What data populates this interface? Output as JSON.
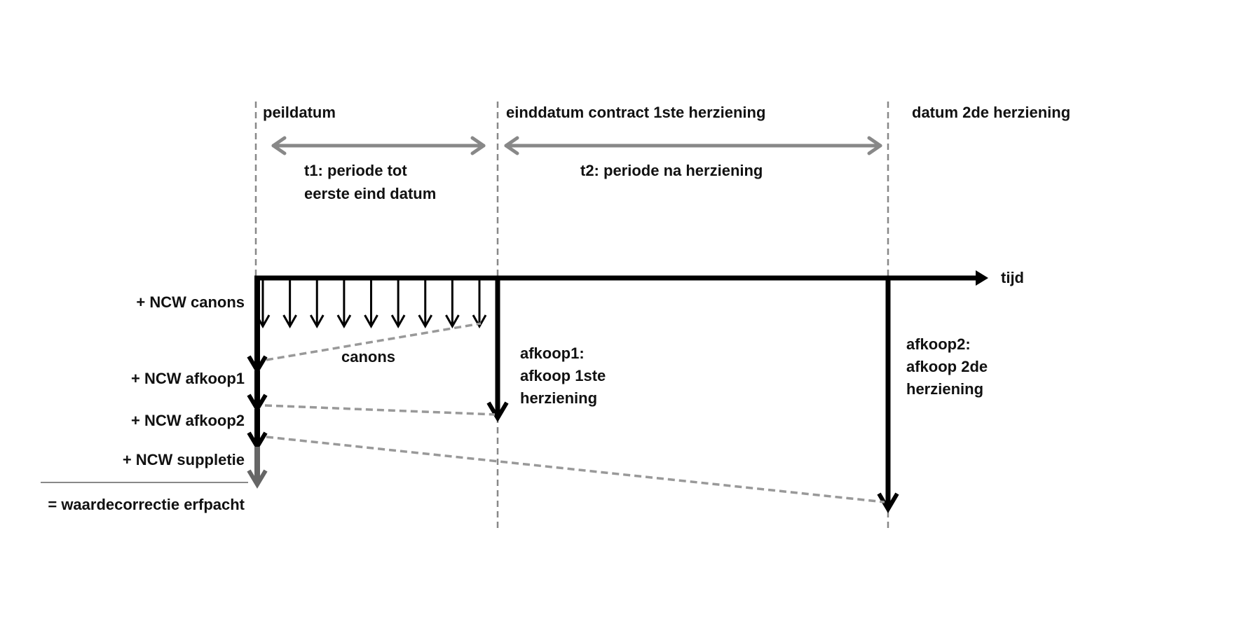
{
  "diagram": {
    "markers": {
      "peildatum": "peildatum",
      "einddatum": "einddatum contract 1ste herziening",
      "datum2": "datum 2de herziening"
    },
    "periods": {
      "t1_line1": "t1: periode tot",
      "t1_line2": "eerste eind datum",
      "t2": "t2: periode na herziening"
    },
    "axis_label": "tijd",
    "canons_label": "canons",
    "afkoop1": [
      "afkoop1:",
      "afkoop 1ste",
      "herziening"
    ],
    "afkoop2": [
      "afkoop2:",
      "afkoop 2de",
      "herziening"
    ],
    "sum_items": {
      "canons": "+ NCW canons",
      "afkoop1": "+ NCW afkoop1",
      "afkoop2": "+ NCW afkoop2",
      "suppletie": "+ NCW suppletie",
      "total": "= waardecorrectie erfpacht"
    },
    "canon_count": 9,
    "colors": {
      "main": "#000000",
      "gray": "#888888",
      "suppletie": "#666666"
    }
  }
}
